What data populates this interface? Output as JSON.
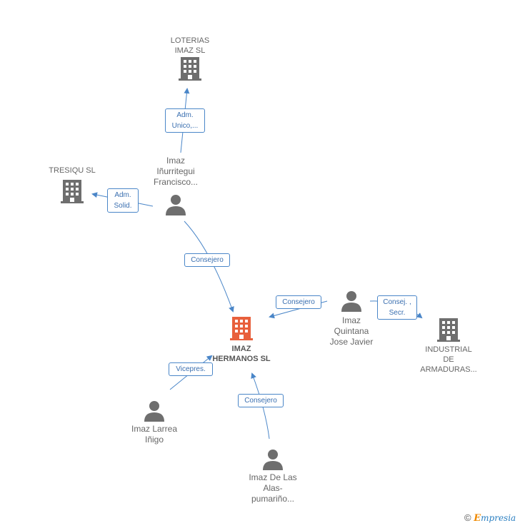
{
  "nodes": {
    "loterias": {
      "label": "LOTERIAS\nIMAZ SL"
    },
    "tresiqu": {
      "label": "TRESIQU  SL"
    },
    "imaz_inurritegui": {
      "label": "Imaz\nIñurritegui\nFrancisco..."
    },
    "imaz_hermanos": {
      "label": "IMAZ\nHERMANOS SL"
    },
    "imaz_quintana": {
      "label": "Imaz\nQuintana\nJose Javier"
    },
    "industrial": {
      "label": "INDUSTRIAL\nDE\nARMADURAS..."
    },
    "imaz_larrea": {
      "label": "Imaz Larrea\nIñigo"
    },
    "imaz_de_las_alas": {
      "label": "Imaz De Las\nAlas-\npumariño..."
    }
  },
  "edges": {
    "adm_unico": "Adm.\nUnico,...",
    "adm_solid": "Adm.\nSolid.",
    "consejero_1": "Consejero",
    "consejero_2": "Consejero",
    "consej_secr": "Consej. ,\nSecr.",
    "vicepres": "Vicepres.",
    "consejero_3": "Consejero"
  },
  "colors": {
    "company_icon": "#6e6e6e",
    "center_icon": "#e8603c",
    "person_icon": "#6e6e6e",
    "edge": "#4a86c8"
  },
  "footer": {
    "copyright": "©",
    "brand_e": "E",
    "brand_rest": "mpresia"
  }
}
